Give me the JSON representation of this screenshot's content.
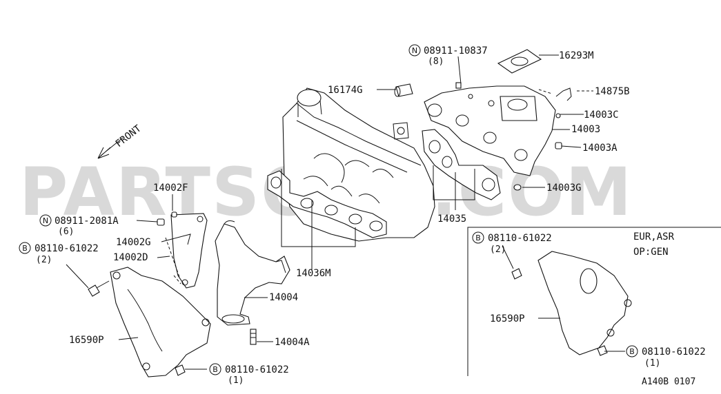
{
  "watermark": "PARTSOUQ.COM",
  "front_label": "FRONT",
  "diagram_code": "A140B 0107",
  "inset_note": {
    "line1": "EUR,ASR",
    "line2": "OP:GEN"
  },
  "callouts": {
    "c16293M": "16293M",
    "c08911_10837": {
      "marker": "N",
      "part": "08911-10837",
      "qty": "(8)"
    },
    "c16174G": "16174G",
    "c14875B": "14875B",
    "c14003C": "14003C",
    "c14003": "14003",
    "c14003A": "14003A",
    "c14003G": "14003G",
    "c14035": "14035",
    "c14036M": "14036M",
    "c14002F": "14002F",
    "c08911_2081A": {
      "marker": "N",
      "part": "08911-2081A",
      "qty": "(6)"
    },
    "c08110_61022_a": {
      "marker": "B",
      "part": "08110-61022",
      "qty": "(2)"
    },
    "c14002G": "14002G",
    "c14002D": "14002D",
    "c14004": "14004",
    "c14004A": "14004A",
    "c16590P_a": "16590P",
    "c08110_61022_b": {
      "marker": "B",
      "part": "08110-61022",
      "qty": "(1)"
    },
    "c08110_61022_c": {
      "marker": "B",
      "part": "08110-61022",
      "qty": "(2)"
    },
    "c16590P_b": "16590P",
    "c08110_61022_d": {
      "marker": "B",
      "part": "08110-61022",
      "qty": "(1)"
    }
  }
}
